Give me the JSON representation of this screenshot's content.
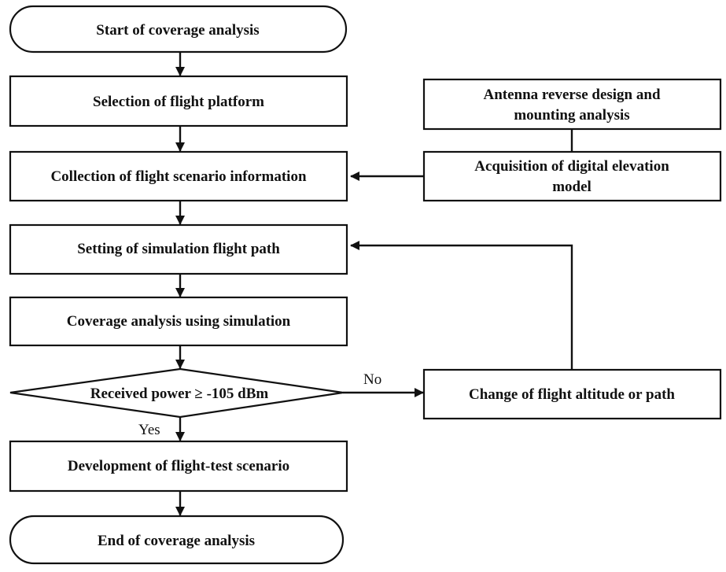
{
  "diagram": {
    "nodes": {
      "start": {
        "lines": [
          "Start of coverage analysis"
        ],
        "shape": "terminal"
      },
      "platform": {
        "lines": [
          "Selection of flight platform"
        ],
        "shape": "process"
      },
      "collection": {
        "lines": [
          "Collection of flight scenario information"
        ],
        "shape": "process"
      },
      "path": {
        "lines": [
          "Setting of simulation flight path"
        ],
        "shape": "process"
      },
      "simulation": {
        "lines": [
          "Coverage analysis using simulation"
        ],
        "shape": "process"
      },
      "decision": {
        "lines": [
          "Received power ≥ -105 dBm"
        ],
        "shape": "decision"
      },
      "development": {
        "lines": [
          "Development of flight-test scenario"
        ],
        "shape": "process"
      },
      "end": {
        "lines": [
          "End of coverage analysis"
        ],
        "shape": "terminal"
      },
      "antenna": {
        "lines": [
          "Antenna reverse design and",
          "mounting analysis"
        ],
        "shape": "process"
      },
      "dem": {
        "lines": [
          "Acquisition of digital elevation",
          "model"
        ],
        "shape": "process"
      },
      "change": {
        "lines": [
          "Change of flight altitude or path"
        ],
        "shape": "process"
      }
    },
    "edge_labels": {
      "no": "No",
      "yes": "Yes"
    },
    "colors": {
      "stroke": "#111111",
      "fill": "#ffffff",
      "text": "#111111"
    }
  }
}
